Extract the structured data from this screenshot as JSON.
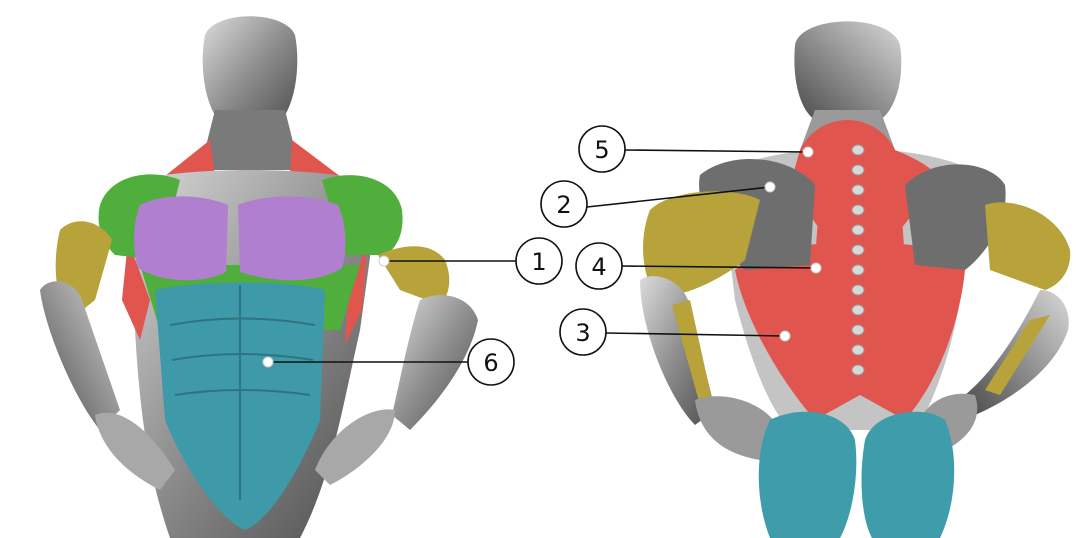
{
  "colors": {
    "background": "#ffffff",
    "muscle_gray": "#8c8c8c",
    "muscle_gray_dark": "#4a4a4a",
    "muscle_gray_light": "#d6d6d6",
    "pectorals": "#b07fd0",
    "deltoids": "#4fae3c",
    "abdominals": "#3e9aa8",
    "arms": "#b7a33a",
    "back": "#e0564f",
    "glutes": "#3f9cab",
    "callout_stroke": "#111111"
  },
  "callouts": [
    {
      "id": "1",
      "number": "1"
    },
    {
      "id": "6",
      "number": "6"
    },
    {
      "id": "5",
      "number": "5"
    },
    {
      "id": "2",
      "number": "2"
    },
    {
      "id": "4",
      "number": "4"
    },
    {
      "id": "3",
      "number": "3"
    }
  ]
}
